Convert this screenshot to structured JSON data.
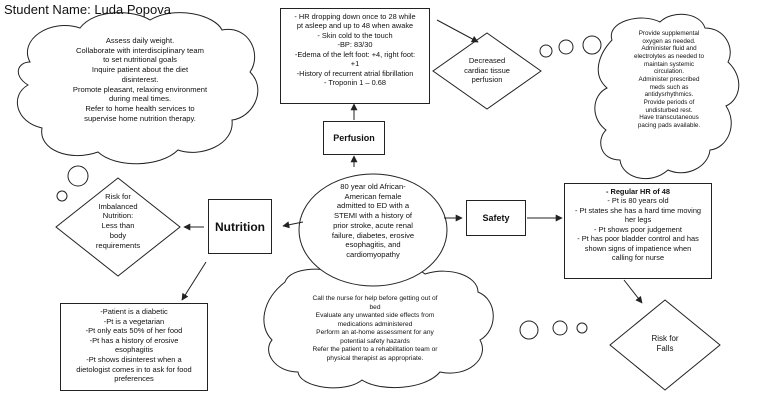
{
  "header": {
    "student": "Student Name: Luda Popova"
  },
  "center": {
    "lines": [
      "80 year old African-",
      "American female",
      "admitted to ED with a",
      "STEMI with a history of",
      "prior stroke, acute renal",
      "failure, diabetes, erosive",
      "esophagitis, and",
      "cardiomyopathy"
    ]
  },
  "nutrition": {
    "label": "Nutrition",
    "diagnosis": [
      "Risk for",
      "Imbalanced",
      "Nutrition:",
      "Less than",
      "body",
      "requirements"
    ],
    "interventions": [
      "Assess daily weight.",
      "Collaborate with interdisciplinary team",
      "to set nutritional goals",
      "Inquire patient about the diet",
      "disinterest.",
      "Promote pleasant, relaxing environment",
      "during meal times.",
      "Refer to home health services to",
      "supervise home nutrition therapy."
    ],
    "data": [
      "-Patient is a diabetic",
      "-Pt is a vegetarian",
      "-Pt only eats 50% of her food",
      "-Pt has a history of erosive",
      "esophagitis",
      "-Pt shows disinterest when a",
      "dietologist comes in to ask for food",
      "preferences"
    ]
  },
  "perfusion": {
    "label": "Perfusion",
    "diagnosis": [
      "Decreased",
      "cardiac tissue",
      "perfusion"
    ],
    "data": [
      "- HR dropping down once to 28 while",
      "pt asleep and up to 48 when awake",
      "- Skin cold to the touch",
      "-BP: 83/30",
      "-Edema of the left foot: +4, right foot:",
      "+1",
      "-History of recurrent atrial fibrillation",
      "- Troponin 1 – 0.68"
    ],
    "interventions": [
      "Provide supplemental",
      "oxygen as needed.",
      "Administer fluid and",
      "electrolytes as needed to",
      "maintain systemic",
      "circulation.",
      "Administer prescribed",
      "meds such as",
      "antidysrhythmics.",
      "Provide periods of",
      "undisturbed rest.",
      "Have transcutaneous",
      "pacing pads available."
    ]
  },
  "safety": {
    "label": "Safety",
    "diagnosis": [
      "Risk for",
      "Falls"
    ],
    "data": [
      "- Regular HR of 48",
      "- Pt is 80 years old",
      "- Pt states she has a hard time moving",
      "her legs",
      "- Pt shows poor judgement",
      "- Pt has poor bladder control and has",
      "shown signs of impatience when",
      "calling for nurse"
    ],
    "interventions": [
      "Call the nurse for help before getting out of",
      "bed",
      "Evaluate any unwanted side effects from",
      "medications administered",
      "Perform an at-home assessment  for any",
      "potential safety hazards",
      "Refer the patient to a rehabilitation team or",
      "physical therapist as appropriate."
    ]
  }
}
